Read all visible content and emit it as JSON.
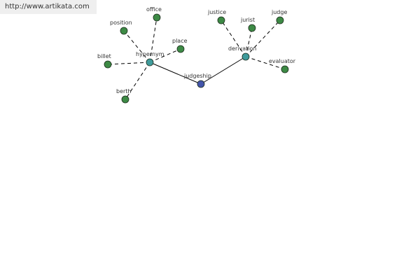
{
  "banner": {
    "url_text": "http://www.artikata.com"
  },
  "colors": {
    "root_node": "#4455aa",
    "relation_node": "#3f9b9b",
    "leaf_node": "#3d8a45",
    "node_stroke": "#1e2e1e",
    "edge": "#000000",
    "label": "#333333"
  },
  "graph": {
    "nodes": [
      {
        "id": "judgeship",
        "label": "judgeship",
        "kind": "root"
      },
      {
        "id": "hypernym",
        "label": "hypernym",
        "kind": "relation"
      },
      {
        "id": "derivation",
        "label": "derivation",
        "kind": "relation"
      },
      {
        "id": "position",
        "label": "position",
        "kind": "leaf"
      },
      {
        "id": "office",
        "label": "office",
        "kind": "leaf"
      },
      {
        "id": "place",
        "label": "place",
        "kind": "leaf"
      },
      {
        "id": "billet",
        "label": "billet",
        "kind": "leaf"
      },
      {
        "id": "berth",
        "label": "berth",
        "kind": "leaf"
      },
      {
        "id": "justice",
        "label": "justice",
        "kind": "leaf"
      },
      {
        "id": "jurist",
        "label": "jurist",
        "kind": "leaf"
      },
      {
        "id": "judge",
        "label": "judge",
        "kind": "leaf"
      },
      {
        "id": "evaluator",
        "label": "evaluator",
        "kind": "leaf"
      }
    ],
    "edges": [
      {
        "from": "judgeship",
        "to": "hypernym",
        "style": "solid"
      },
      {
        "from": "judgeship",
        "to": "derivation",
        "style": "solid"
      },
      {
        "from": "hypernym",
        "to": "position",
        "style": "dashed"
      },
      {
        "from": "hypernym",
        "to": "office",
        "style": "dashed"
      },
      {
        "from": "hypernym",
        "to": "place",
        "style": "dashed"
      },
      {
        "from": "hypernym",
        "to": "billet",
        "style": "dashed"
      },
      {
        "from": "hypernym",
        "to": "berth",
        "style": "dashed"
      },
      {
        "from": "derivation",
        "to": "justice",
        "style": "dashed"
      },
      {
        "from": "derivation",
        "to": "jurist",
        "style": "dashed"
      },
      {
        "from": "derivation",
        "to": "judge",
        "style": "dashed"
      },
      {
        "from": "derivation",
        "to": "evaluator",
        "style": "dashed"
      }
    ]
  }
}
